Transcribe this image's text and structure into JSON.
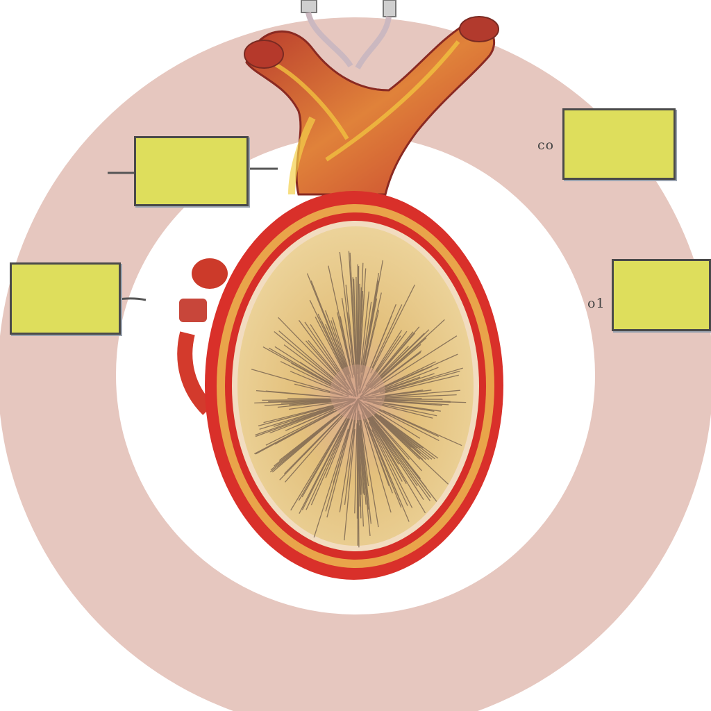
{
  "background": "#ffffff",
  "colors": {
    "ring": "#e6c7bf",
    "label_fill": "#dede5c",
    "label_border": "#4a4a4a",
    "heart_outline": "#d9302a",
    "heart_fill": "#e2c47e",
    "vessel": "#c9412f"
  },
  "callout_texts": {
    "upper_right": "co",
    "middle_right": "o1"
  },
  "label_boxes": [
    {
      "id": "upper-left",
      "text": ""
    },
    {
      "id": "upper-right",
      "text": ""
    },
    {
      "id": "middle-left",
      "text": ""
    },
    {
      "id": "middle-right",
      "text": ""
    }
  ]
}
